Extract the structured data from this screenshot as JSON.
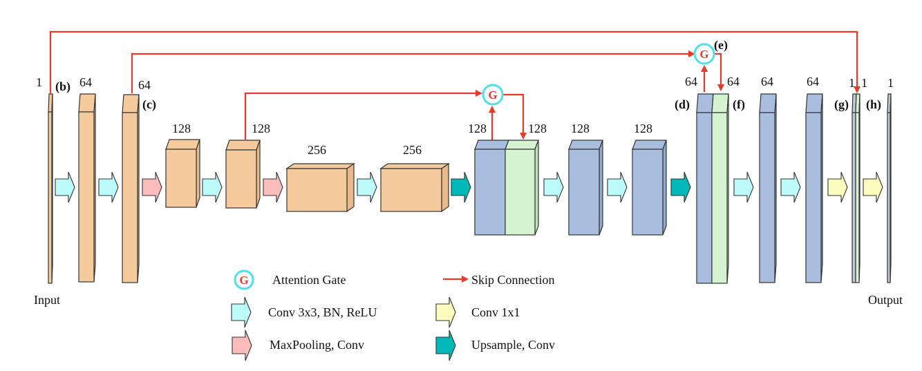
{
  "colors": {
    "encoder": "#f5cb9e",
    "encoder_side": "#e9b98a",
    "decoder": "#a9bedf",
    "decoder_side": "#93a9cc",
    "concat": "#d5f3d1",
    "concat_side": "#bfe3ba",
    "output": "#c0c8d8",
    "skip": "#e8392a",
    "gate_ring": "#4fe0ea",
    "arrow_conv3x3": "#bdfbfb",
    "arrow_maxpool": "#fbbcbc",
    "arrow_conv1x1": "#fcfcbf",
    "arrow_upsample": "#00b8b8"
  },
  "labels": {
    "input": "Input",
    "output": "Output",
    "gate_letter": "G"
  },
  "blocks": [
    {
      "id": "input",
      "channels": "1",
      "tag": ""
    },
    {
      "id": "enc1a",
      "channels": "64",
      "tag": "(b)"
    },
    {
      "id": "enc1b",
      "channels": "64",
      "tag": "(c)"
    },
    {
      "id": "enc2a",
      "channels": "128",
      "tag": ""
    },
    {
      "id": "enc2b",
      "channels": "128",
      "tag": ""
    },
    {
      "id": "enc3a",
      "channels": "256",
      "tag": ""
    },
    {
      "id": "enc3b",
      "channels": "256",
      "tag": ""
    },
    {
      "id": "dec2up",
      "channels": "128",
      "tag": ""
    },
    {
      "id": "dec2cat",
      "channels": "128",
      "tag": ""
    },
    {
      "id": "dec2a",
      "channels": "128",
      "tag": ""
    },
    {
      "id": "dec2b",
      "channels": "128",
      "tag": ""
    },
    {
      "id": "dec1up",
      "channels": "64",
      "tag": "(d)"
    },
    {
      "id": "dec1cat",
      "channels": "64",
      "tag": "(f)"
    },
    {
      "id": "dec1a",
      "channels": "64",
      "tag": ""
    },
    {
      "id": "dec1b",
      "channels": "64",
      "tag": ""
    },
    {
      "id": "out1",
      "channels": "1",
      "tag": "(g)"
    },
    {
      "id": "out1cat",
      "channels": "1",
      "tag": ""
    },
    {
      "id": "final",
      "channels": "1",
      "tag": "(h)"
    }
  ],
  "gate_tags": {
    "top_gate": "(e)"
  },
  "legend": [
    {
      "key": "attention-gate",
      "label": "Attention Gate"
    },
    {
      "key": "skip-connection",
      "label": "Skip Connection"
    },
    {
      "key": "conv3x3",
      "label": "Conv 3x3, BN, ReLU"
    },
    {
      "key": "conv1x1",
      "label": "Conv 1x1"
    },
    {
      "key": "maxpool",
      "label": "MaxPooling, Conv"
    },
    {
      "key": "upsample",
      "label": "Upsample, Conv"
    }
  ]
}
